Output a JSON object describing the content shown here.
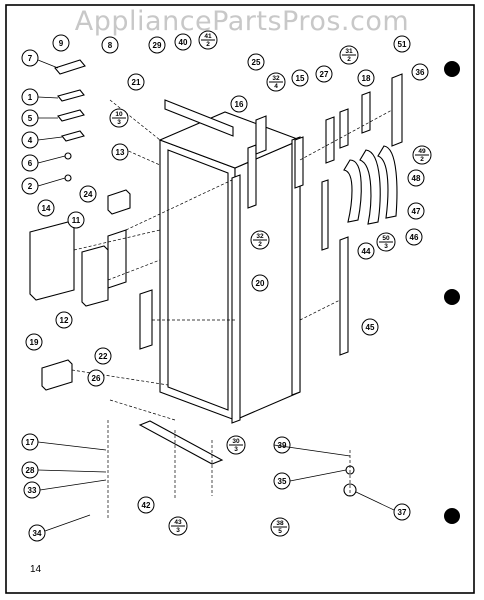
{
  "watermark": "AppliancePartsPros.com",
  "page_number": "14",
  "callouts": [
    {
      "id": "c7",
      "label": "7"
    },
    {
      "id": "c9",
      "label": "9"
    },
    {
      "id": "c8",
      "label": "8"
    },
    {
      "id": "c29",
      "label": "29"
    },
    {
      "id": "c40",
      "label": "40"
    },
    {
      "id": "c41",
      "num": "41",
      "den": "2"
    },
    {
      "id": "c1",
      "label": "1"
    },
    {
      "id": "c5",
      "label": "5"
    },
    {
      "id": "c4",
      "label": "4"
    },
    {
      "id": "c10",
      "num": "10",
      "den": "3"
    },
    {
      "id": "c6",
      "label": "6"
    },
    {
      "id": "c2",
      "label": "2"
    },
    {
      "id": "c13",
      "label": "13"
    },
    {
      "id": "c21",
      "label": "21"
    },
    {
      "id": "c25",
      "label": "25"
    },
    {
      "id": "c32a",
      "num": "32",
      "den": "4"
    },
    {
      "id": "c16",
      "label": "16"
    },
    {
      "id": "c15",
      "label": "15"
    },
    {
      "id": "c27",
      "label": "27"
    },
    {
      "id": "c31",
      "num": "31",
      "den": "2"
    },
    {
      "id": "c18",
      "label": "18"
    },
    {
      "id": "c51",
      "label": "51"
    },
    {
      "id": "c36",
      "label": "36"
    },
    {
      "id": "c49",
      "num": "49",
      "den": "2"
    },
    {
      "id": "c48",
      "label": "48"
    },
    {
      "id": "c47",
      "label": "47"
    },
    {
      "id": "c46",
      "label": "46"
    },
    {
      "id": "c50",
      "num": "50",
      "den": "3"
    },
    {
      "id": "c44",
      "label": "44"
    },
    {
      "id": "c24",
      "label": "24"
    },
    {
      "id": "c14",
      "label": "14"
    },
    {
      "id": "c11",
      "label": "11"
    },
    {
      "id": "c32b",
      "num": "32",
      "den": "2"
    },
    {
      "id": "c20",
      "label": "20"
    },
    {
      "id": "c12",
      "label": "12"
    },
    {
      "id": "c45",
      "label": "45"
    },
    {
      "id": "c19",
      "label": "19"
    },
    {
      "id": "c22",
      "label": "22"
    },
    {
      "id": "c26",
      "label": "26"
    },
    {
      "id": "c17",
      "label": "17"
    },
    {
      "id": "c28",
      "label": "28"
    },
    {
      "id": "c33",
      "label": "33"
    },
    {
      "id": "c30",
      "num": "30",
      "den": "3"
    },
    {
      "id": "c42",
      "label": "42"
    },
    {
      "id": "c43",
      "num": "43",
      "den": "3"
    },
    {
      "id": "c34",
      "label": "34"
    },
    {
      "id": "c39",
      "label": "39"
    },
    {
      "id": "c35",
      "label": "35"
    },
    {
      "id": "c38",
      "num": "38",
      "den": "5"
    },
    {
      "id": "c37",
      "label": "37"
    }
  ]
}
